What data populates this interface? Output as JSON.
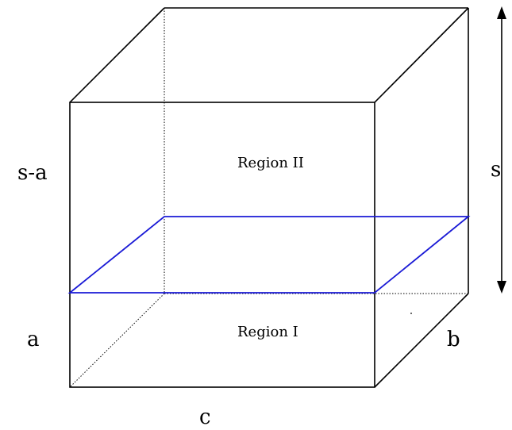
{
  "labels": {
    "region_top": "Region II",
    "region_bottom": "Region I",
    "height_total": "s",
    "height_upper": "s-a",
    "height_lower": "a",
    "depth": "b",
    "width": "c"
  },
  "colors": {
    "edges": "#000000",
    "plane": "#1a1ad6",
    "background": "#ffffff"
  }
}
